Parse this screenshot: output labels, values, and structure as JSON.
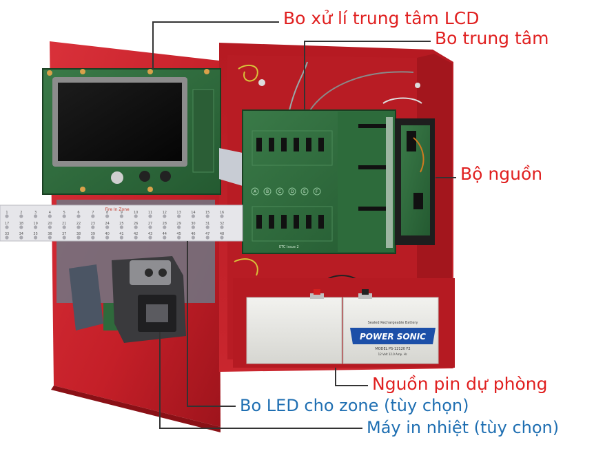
{
  "labels": {
    "lcd_board": "Bo xử lí trung tâm LCD",
    "main_board": "Bo trung tâm",
    "power_supply": "Bộ nguồn",
    "backup_battery": "Nguồn pin dự phòng",
    "zone_led_board": "Bo LED cho zone (tùy chọn)",
    "thermal_printer": "Máy in nhiệt (tùy chọn)"
  },
  "zone_panel": {
    "title": "Fire In Zone",
    "numbers": [
      "1",
      "2",
      "3",
      "4",
      "5",
      "6",
      "7",
      "8",
      "9",
      "10",
      "11",
      "12",
      "13",
      "14",
      "15",
      "16",
      "17",
      "18",
      "19",
      "20",
      "21",
      "22",
      "23",
      "24",
      "25",
      "26",
      "27",
      "28",
      "29",
      "30",
      "31",
      "32",
      "33",
      "34",
      "35",
      "36",
      "37",
      "38",
      "39",
      "40",
      "41",
      "42",
      "43",
      "44",
      "45",
      "46",
      "47",
      "48"
    ]
  },
  "battery": {
    "brand": "POWER SONIC",
    "subtitle": "Sealed Rechargeable Battery",
    "model": "MODEL  PS-12120 F2",
    "rating": "12 Volt  12.0 Amp. Hr."
  },
  "main_board_labels": {
    "positions": [
      "A",
      "B",
      "C",
      "D",
      "E",
      "F"
    ],
    "version": "ETC Issue 2"
  },
  "colors": {
    "cabinet_red": "#c8202a",
    "callout_red": "#e02020",
    "callout_blue": "#1f6fb2",
    "pcb_green": "#2f6a3c"
  }
}
